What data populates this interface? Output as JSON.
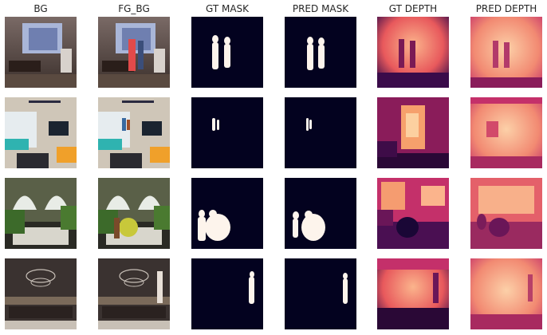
{
  "columns": [
    {
      "key": "bg",
      "title": "BG"
    },
    {
      "key": "fg_bg",
      "title": "FG_BG"
    },
    {
      "key": "gt_mask",
      "title": "GT MASK"
    },
    {
      "key": "pred_mask",
      "title": "PRED MASK"
    },
    {
      "key": "gt_depth",
      "title": "GT DEPTH"
    },
    {
      "key": "pred_depth",
      "title": "PRED DEPTH"
    }
  ],
  "rows": [
    {
      "scene": "living room with window and sofa"
    },
    {
      "scene": "sunroom with ceiling fan and tv"
    },
    {
      "scene": "garden patio with arched windows"
    },
    {
      "scene": "lounge with ring chandeliers"
    }
  ],
  "colors": {
    "mask_bg": "#03021f",
    "mask_fg": "#fdf4ec",
    "depth_near": "#1a0736",
    "depth_mid": "#c4306a",
    "depth_far": "#fbb48c"
  }
}
